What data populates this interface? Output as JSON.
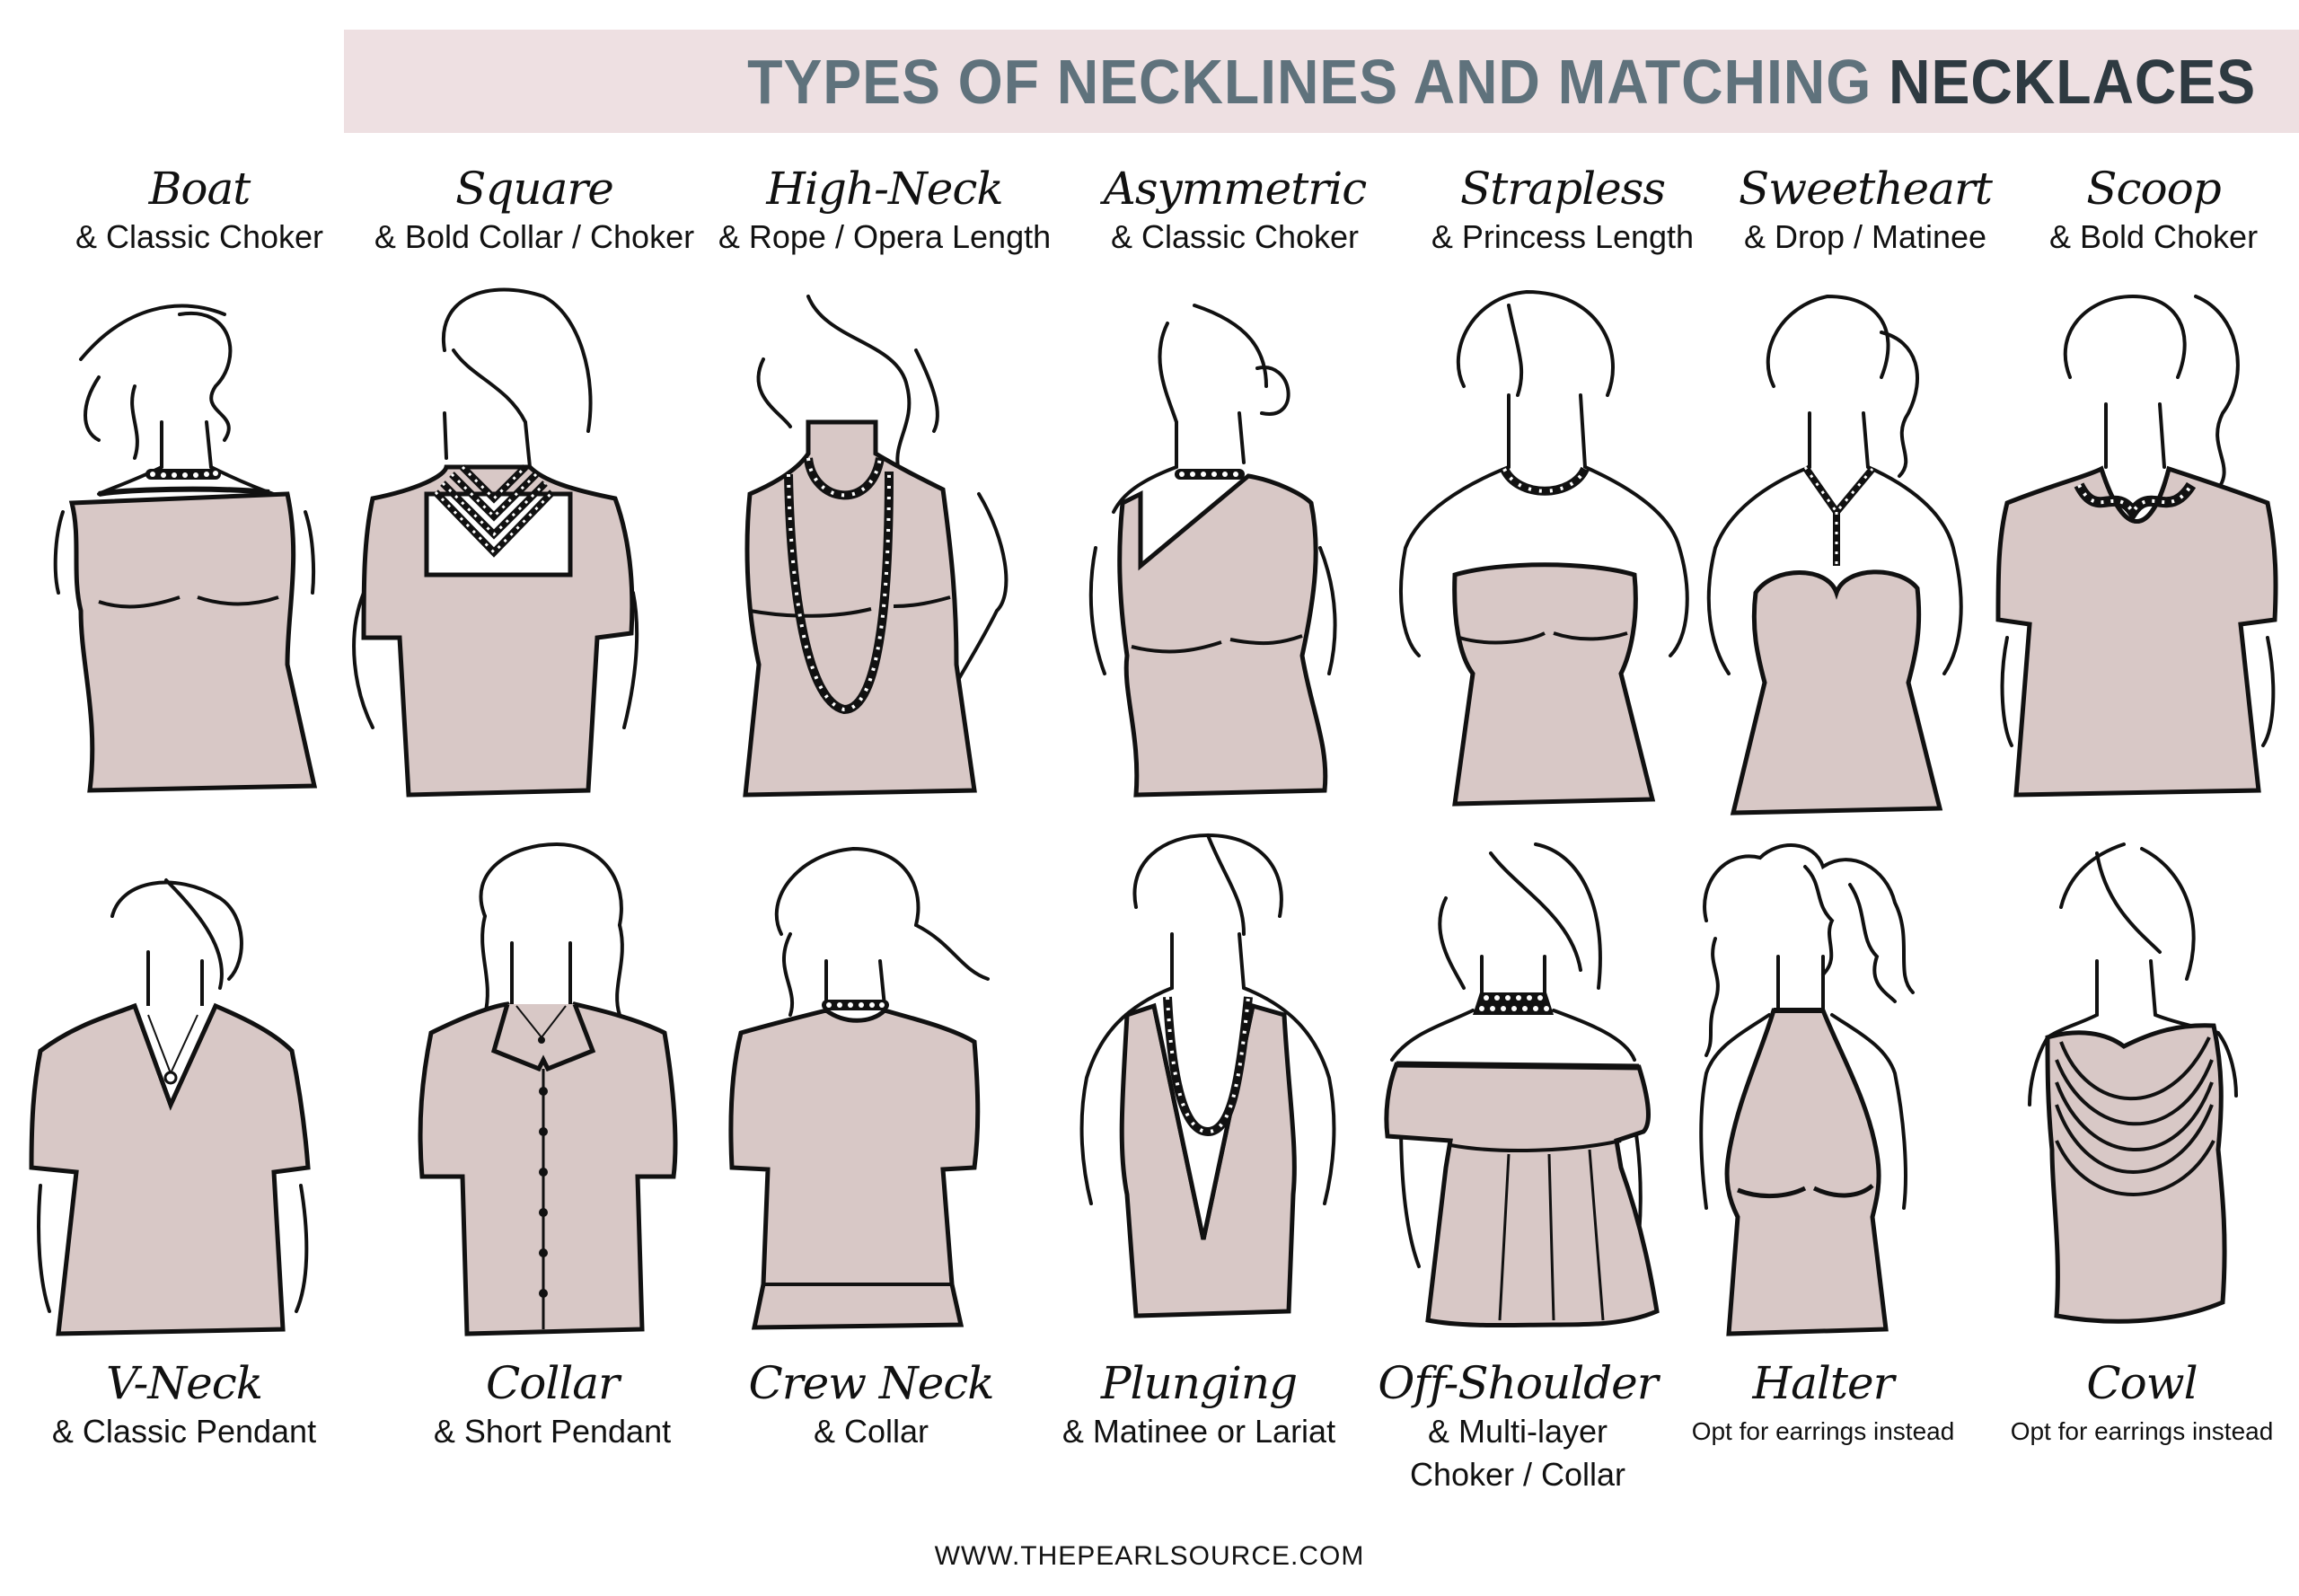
{
  "header": {
    "title_part1": "TYPES OF NECKLINES AND MATCHING ",
    "title_part2": "NECKLACES",
    "banner_color": "#eee0e2",
    "title_color": "#5f727c",
    "title_accent_color": "#2e3a41"
  },
  "colors": {
    "garment_fill": "#d8c8c6",
    "line": "#111111",
    "pearl": "#ffffff"
  },
  "top_row": [
    {
      "neckline": "Boat",
      "necklace": "& Classic Choker"
    },
    {
      "neckline": "Square",
      "necklace": "& Bold Collar / Choker"
    },
    {
      "neckline": "High-Neck",
      "necklace": "& Rope / Opera Length"
    },
    {
      "neckline": "Asymmetric",
      "necklace": "& Classic Choker"
    },
    {
      "neckline": "Strapless",
      "necklace": "& Princess Length"
    },
    {
      "neckline": "Sweetheart",
      "necklace": "& Drop / Matinee"
    },
    {
      "neckline": "Scoop",
      "necklace": "& Bold Choker"
    }
  ],
  "bottom_row": [
    {
      "neckline": "V-Neck",
      "necklace": "& Classic Pendant"
    },
    {
      "neckline": "Collar",
      "necklace": "& Short Pendant"
    },
    {
      "neckline": "Crew Neck",
      "necklace": "& Collar"
    },
    {
      "neckline": "Plunging",
      "necklace": "& Matinee or Lariat"
    },
    {
      "neckline": "Off-Shoulder",
      "necklace": "& Multi-layer",
      "necklace_line2": "Choker / Collar"
    },
    {
      "neckline": "Halter",
      "necklace": "Opt for earrings instead"
    },
    {
      "neckline": "Cowl",
      "necklace": "Opt for earrings instead"
    }
  ],
  "footer": {
    "website": "WWW.THEPEARLSOURCE.COM"
  }
}
